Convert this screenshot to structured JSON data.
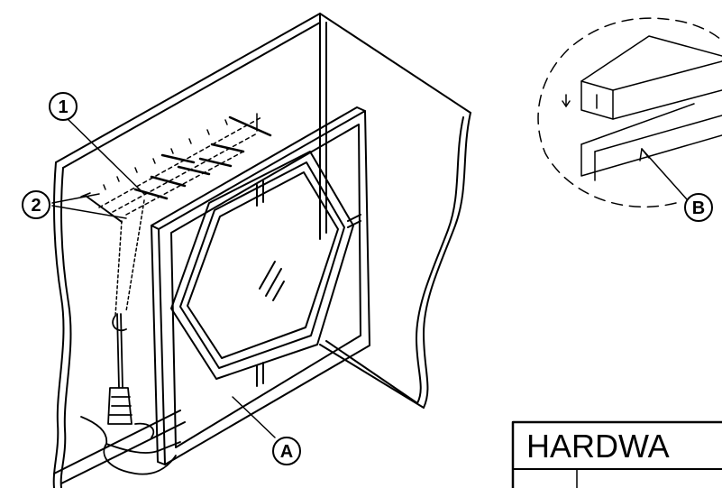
{
  "callouts": {
    "screw": "1",
    "anchors": "2",
    "frame": "A",
    "strip": "B"
  },
  "hardware_table": {
    "title": "HARDWA"
  }
}
